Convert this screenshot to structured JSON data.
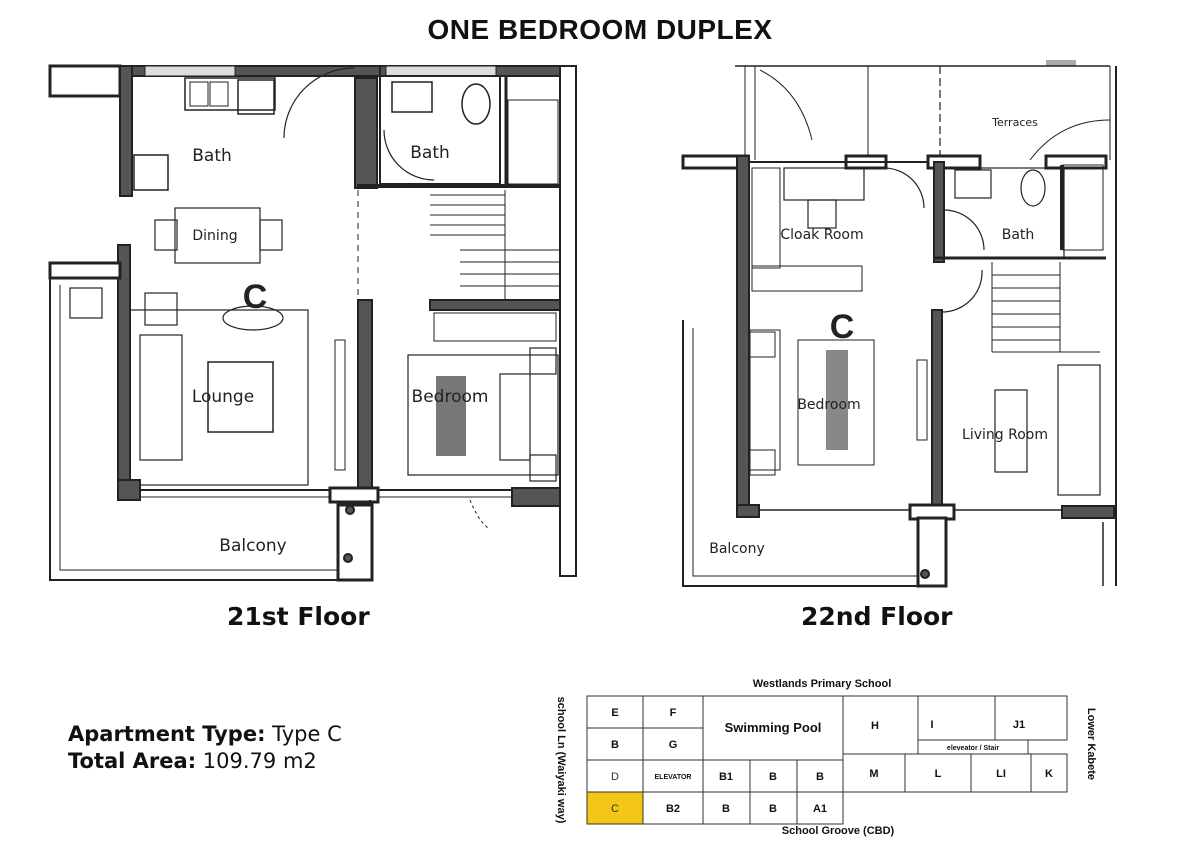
{
  "title": "ONE BEDROOM DUPLEX",
  "unit_label": "C",
  "floor_21": {
    "label": "21st Floor",
    "rooms": {
      "kitchen_bath": "Bath",
      "bath": "Bath",
      "dining": "Dining",
      "lounge": "Lounge",
      "bedroom": "Bedroom",
      "balcony": "Balcony"
    }
  },
  "floor_22": {
    "label": "22nd Floor",
    "rooms": {
      "terraces": "Terraces",
      "cloak_room": "Cloak Room",
      "bath": "Bath",
      "bedroom": "Bedroom",
      "living_room": "Living Room",
      "balcony": "Balcony"
    }
  },
  "apartment_info": {
    "type_label": "Apartment Type:",
    "type_value": "Type C",
    "area_label": "Total Area:",
    "area_value": "109.79 m2"
  },
  "site_map": {
    "north_road": "Westlands Primary School",
    "south_road": "School Groove (CBD)",
    "west_road": "school Ln  (Waiyaki way)",
    "east_road": "Lower Kabete",
    "pool": "Swimming Pool",
    "elevator_stair": "eleveator /  Stair",
    "highlight_color": "#f5c518",
    "cells": {
      "E": "E",
      "F": "F",
      "B_a": "B",
      "G": "G",
      "D": "D",
      "elevator": "ELEVATOR",
      "B1": "B1",
      "B_b": "B",
      "B_c": "B",
      "C": "C",
      "B2": "B2",
      "B_d": "B",
      "B_e": "B",
      "A1": "A1",
      "H": "H",
      "I": "I",
      "J1": "J1",
      "M": "M",
      "L": "L",
      "LI": "LI",
      "K": "K"
    }
  }
}
